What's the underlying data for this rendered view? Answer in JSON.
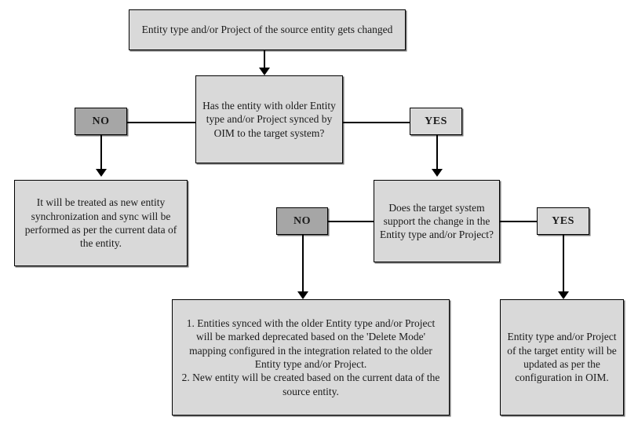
{
  "diagram": {
    "title_hidden": "Entity type and/or Project change handling flowchart",
    "colors": {
      "node_fill_light": "#d9d9d9",
      "node_fill_dark": "#a6a6a6",
      "border": "#000000",
      "text": "#1a1a1a",
      "background": "#ffffff"
    },
    "nodes": {
      "start": {
        "label": "Entity type and/or Project of the source entity gets changed",
        "shape": "rectangle",
        "fill": "light"
      },
      "decision_1": {
        "label": "Has the entity with older Entity type and/or Project synced  by OIM to the target system?",
        "shape": "rectangle",
        "fill": "light"
      },
      "decision_1_no_label": {
        "label": "NO",
        "shape": "rectangle",
        "fill": "dark"
      },
      "decision_1_yes_label": {
        "label": "YES",
        "shape": "rectangle",
        "fill": "light"
      },
      "outcome_new_sync": {
        "label": "It will be treated as new entity synchronization and sync will be performed as per the current data of the entity.",
        "shape": "rectangle",
        "fill": "light"
      },
      "decision_2": {
        "label": "Does the target system support the change in the Entity type and/or Project?",
        "shape": "rectangle",
        "fill": "light"
      },
      "decision_2_no_label": {
        "label": "NO",
        "shape": "rectangle",
        "fill": "dark"
      },
      "decision_2_yes_label": {
        "label": "YES",
        "shape": "rectangle",
        "fill": "light"
      },
      "outcome_deprecate_and_recreate": {
        "label": "1. Entities synced with the older Entity type and/or Project will be marked deprecated based on the 'Delete Mode' mapping configured in the integration related to the older Entity type and/or Project.\n2. New entity will be created based on the current data of the source entity.",
        "shape": "rectangle",
        "fill": "light"
      },
      "outcome_update_target": {
        "label": "Entity type and/or Project of the target entity will be updated as per the configuration in OIM.",
        "shape": "rectangle",
        "fill": "light"
      }
    },
    "edges": [
      {
        "from": "start",
        "to": "decision_1",
        "label": ""
      },
      {
        "from": "decision_1",
        "to": "decision_1_no_label",
        "label": "NO"
      },
      {
        "from": "decision_1",
        "to": "decision_1_yes_label",
        "label": "YES"
      },
      {
        "from": "decision_1_no_label",
        "to": "outcome_new_sync",
        "label": ""
      },
      {
        "from": "decision_1_yes_label",
        "to": "decision_2",
        "label": ""
      },
      {
        "from": "decision_2",
        "to": "decision_2_no_label",
        "label": "NO"
      },
      {
        "from": "decision_2",
        "to": "decision_2_yes_label",
        "label": "YES"
      },
      {
        "from": "decision_2_no_label",
        "to": "outcome_deprecate_and_recreate",
        "label": ""
      },
      {
        "from": "decision_2_yes_label",
        "to": "outcome_update_target",
        "label": ""
      }
    ]
  }
}
